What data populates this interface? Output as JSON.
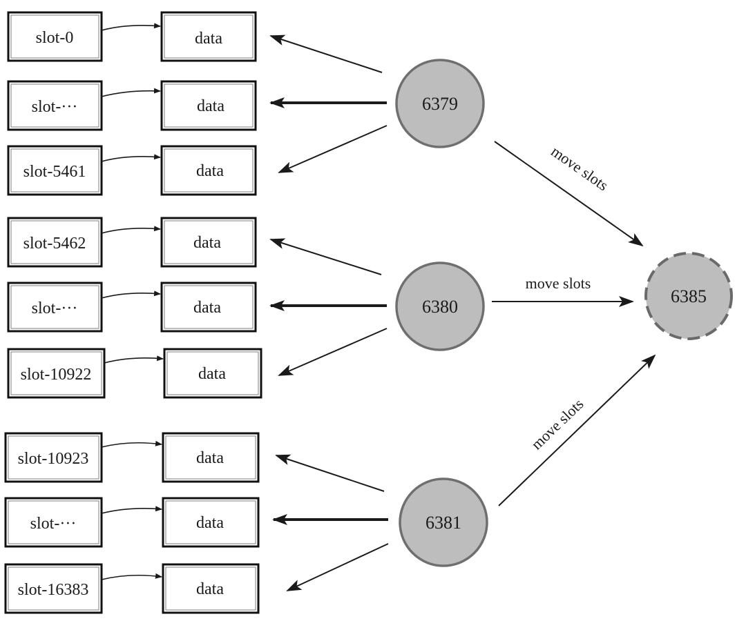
{
  "groups": [
    {
      "node": "6379",
      "slots": [
        {
          "slot": "slot-0",
          "data": "data"
        },
        {
          "slot": "slot-···",
          "data": "data"
        },
        {
          "slot": "slot-5461",
          "data": "data"
        }
      ]
    },
    {
      "node": "6380",
      "slots": [
        {
          "slot": "slot-5462",
          "data": "data"
        },
        {
          "slot": "slot-···",
          "data": "data"
        },
        {
          "slot": "slot-10922",
          "data": "data"
        }
      ]
    },
    {
      "node": "6381",
      "slots": [
        {
          "slot": "slot-10923",
          "data": "data"
        },
        {
          "slot": "slot-···",
          "data": "data"
        },
        {
          "slot": "slot-16383",
          "data": "data"
        }
      ]
    }
  ],
  "target_node": "6385",
  "move_labels": [
    "move slots",
    "move slots",
    "move slots"
  ],
  "colors": {
    "node_fill": "#bdbdbd",
    "node_stroke": "#6f6f6f",
    "line": "#1a1a1a"
  }
}
